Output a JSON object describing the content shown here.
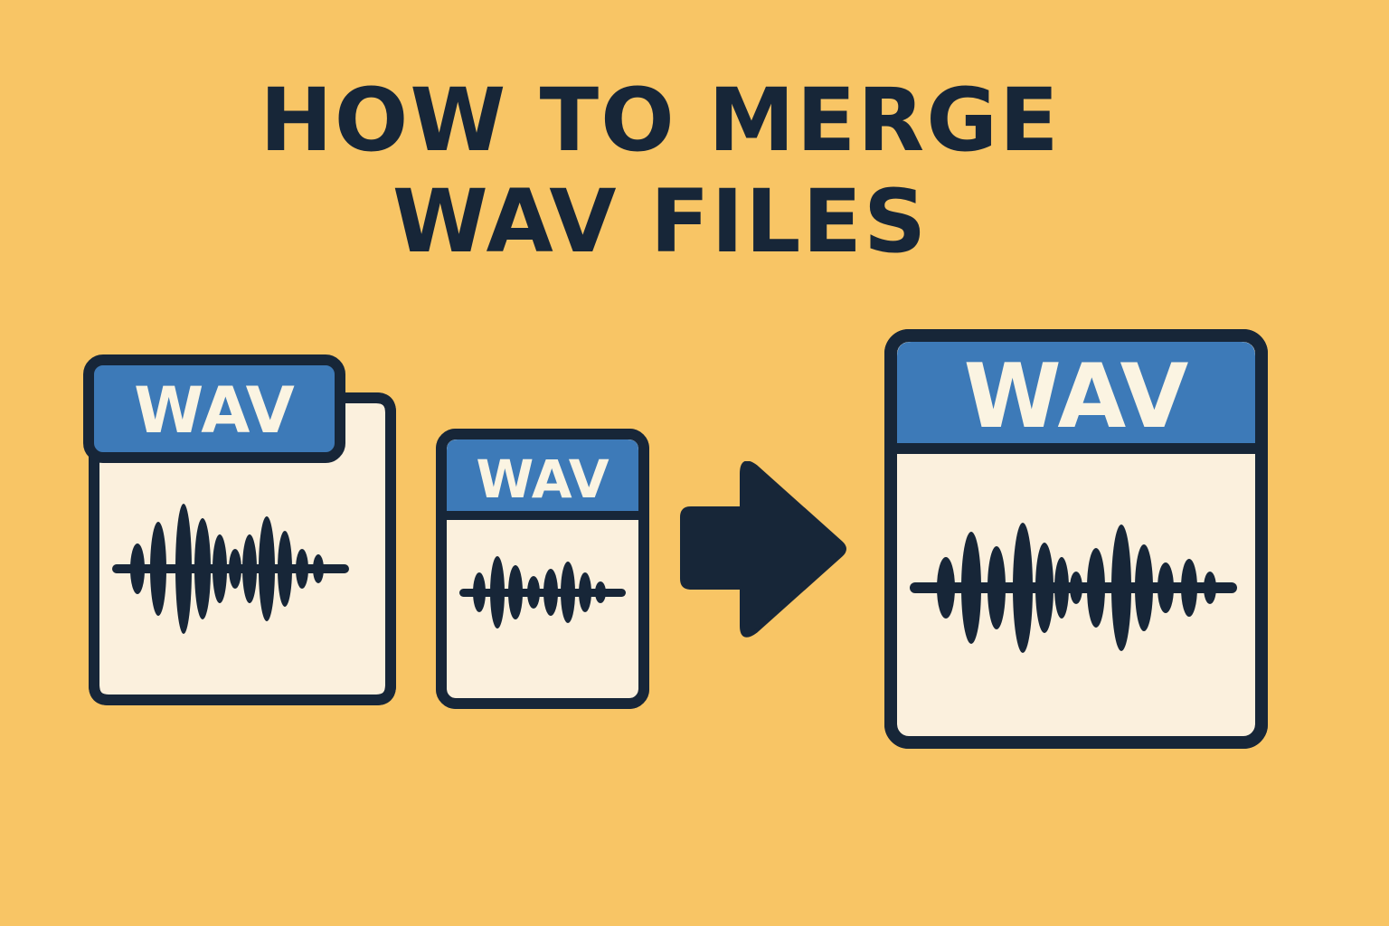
{
  "title": {
    "line1": "HOW TO MERGE",
    "line2": "WAV FILES"
  },
  "files": [
    {
      "label": "WAV",
      "role": "source-file-1"
    },
    {
      "label": "WAV",
      "role": "source-file-2"
    },
    {
      "label": "WAV",
      "role": "merged-file"
    }
  ],
  "colors": {
    "background": "#f8c565",
    "outline": "#172638",
    "header_blue": "#3d7ab8",
    "page": "#fbf0dd",
    "label_text": "#fbf4e2"
  },
  "icons": [
    "wav-file-icon",
    "waveform-icon",
    "arrow-right-icon"
  ]
}
